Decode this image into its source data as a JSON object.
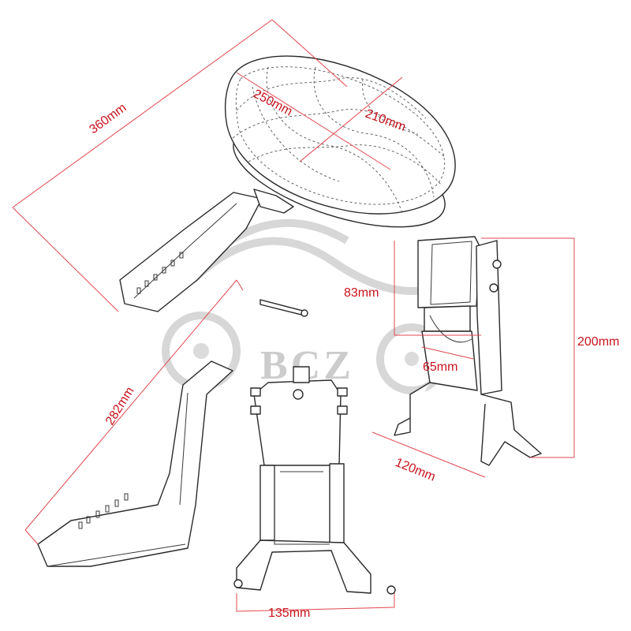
{
  "watermark": {
    "text": "BCZ"
  },
  "dimensions": {
    "overall_length": "360mm",
    "pad_width": "250mm",
    "pad_height": "210mm",
    "bracket_bar_length": "282mm",
    "bracket_top_height": "83mm",
    "bracket_total_height": "200mm",
    "bracket_inner_width": "65mm",
    "bracket_base_depth": "120mm",
    "front_base_width": "135mm"
  },
  "colors": {
    "dimension": "#c8141e",
    "line_art": "#2a2a2a",
    "watermark": "#cfcfcf"
  }
}
